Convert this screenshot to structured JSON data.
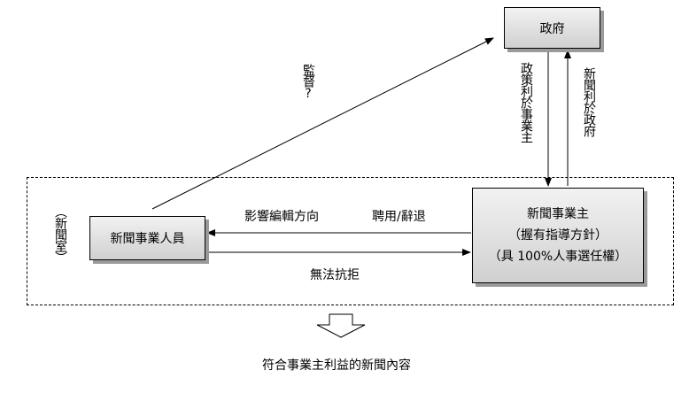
{
  "government": "政府",
  "supervise": "監督?",
  "policy_down": "政策利於事業主",
  "news_up": "新聞利於政府",
  "newsroom": "（新聞室）",
  "staff": "新聞事業人員",
  "owner": {
    "line1": "新聞事業主",
    "line2": "（握有指導方針）",
    "line3": "（具 100%人事選任權）"
  },
  "influence": "影響編輯方向",
  "hire_fire": "聘用/辭退",
  "cannot_resist": "無法抗拒",
  "result": "符合事業主利益的新聞內容"
}
